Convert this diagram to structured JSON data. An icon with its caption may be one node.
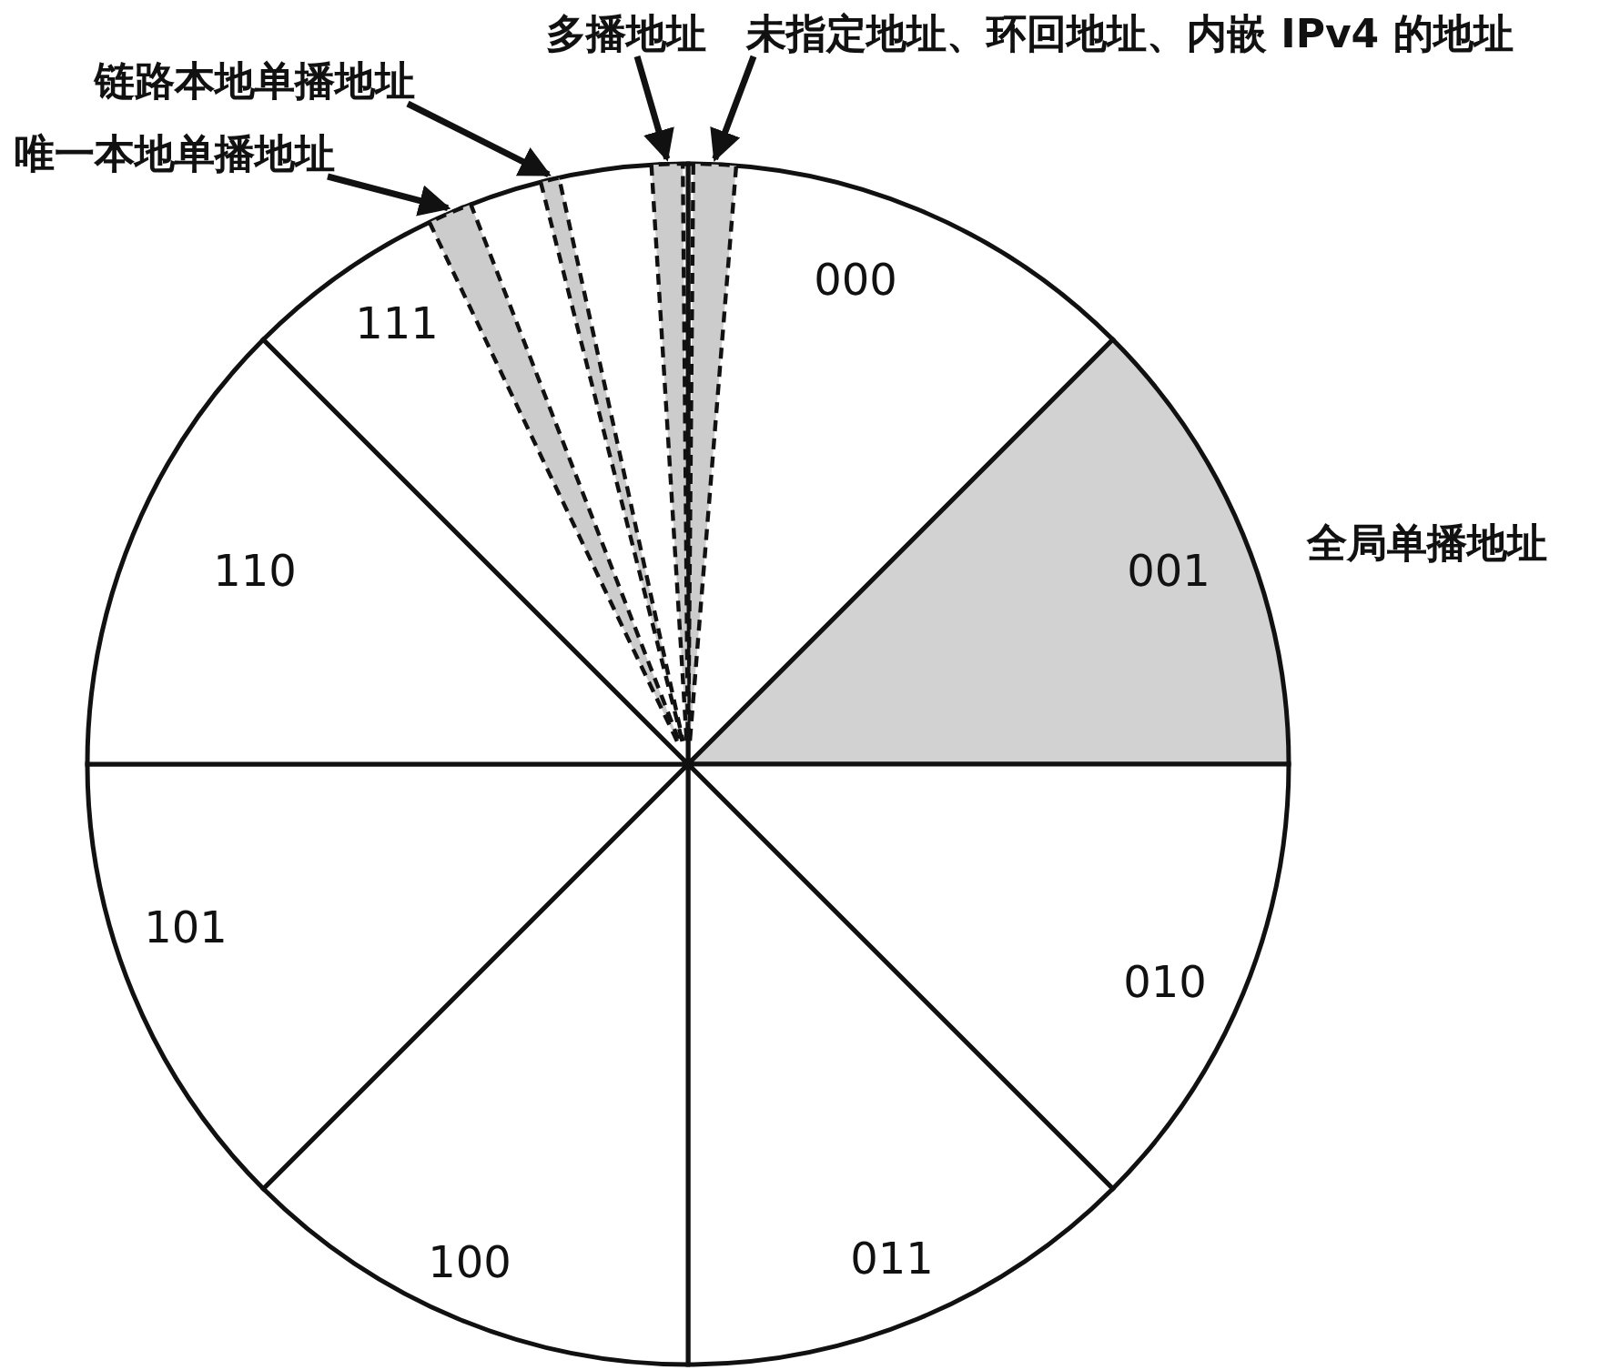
{
  "diagram": {
    "nodes": [
      {
        "text": [
          "唯一本地单播地址"
        ]
      },
      {
        "text": [
          "链路本地单播地址"
        ]
      },
      {
        "text": [
          "多播地址"
        ]
      },
      {
        "text": [
          "未指定地址、环回地址、内嵌 IPv4 的地址"
        ]
      },
      {
        "text": [
          "000"
        ]
      },
      {
        "text": [],
        "shape": "wedge",
        "in": 4
      },
      {
        "text": [
          "001"
        ],
        "beside": [
          "全局单播地址"
        ]
      },
      {
        "text": [
          "010"
        ]
      },
      {
        "text": [
          "011"
        ]
      },
      {
        "text": [
          "100"
        ]
      },
      {
        "text": [
          "101"
        ]
      },
      {
        "text": [
          "110"
        ]
      },
      {
        "text": [
          "111"
        ]
      },
      {
        "text": [],
        "shape": "wedge",
        "in": 12
      },
      {
        "text": [],
        "shape": "wedge",
        "in": 12
      },
      {
        "text": [],
        "shape": "wedge",
        "in": 12
      }
    ],
    "edges": [
      {
        "from": 0,
        "to": 13,
        "arrow": "to"
      },
      {
        "from": 1,
        "to": 14,
        "arrow": "to"
      },
      {
        "from": 2,
        "to": 15,
        "arrow": "to"
      },
      {
        "from": 3,
        "to": 5,
        "arrow": "to"
      }
    ]
  }
}
